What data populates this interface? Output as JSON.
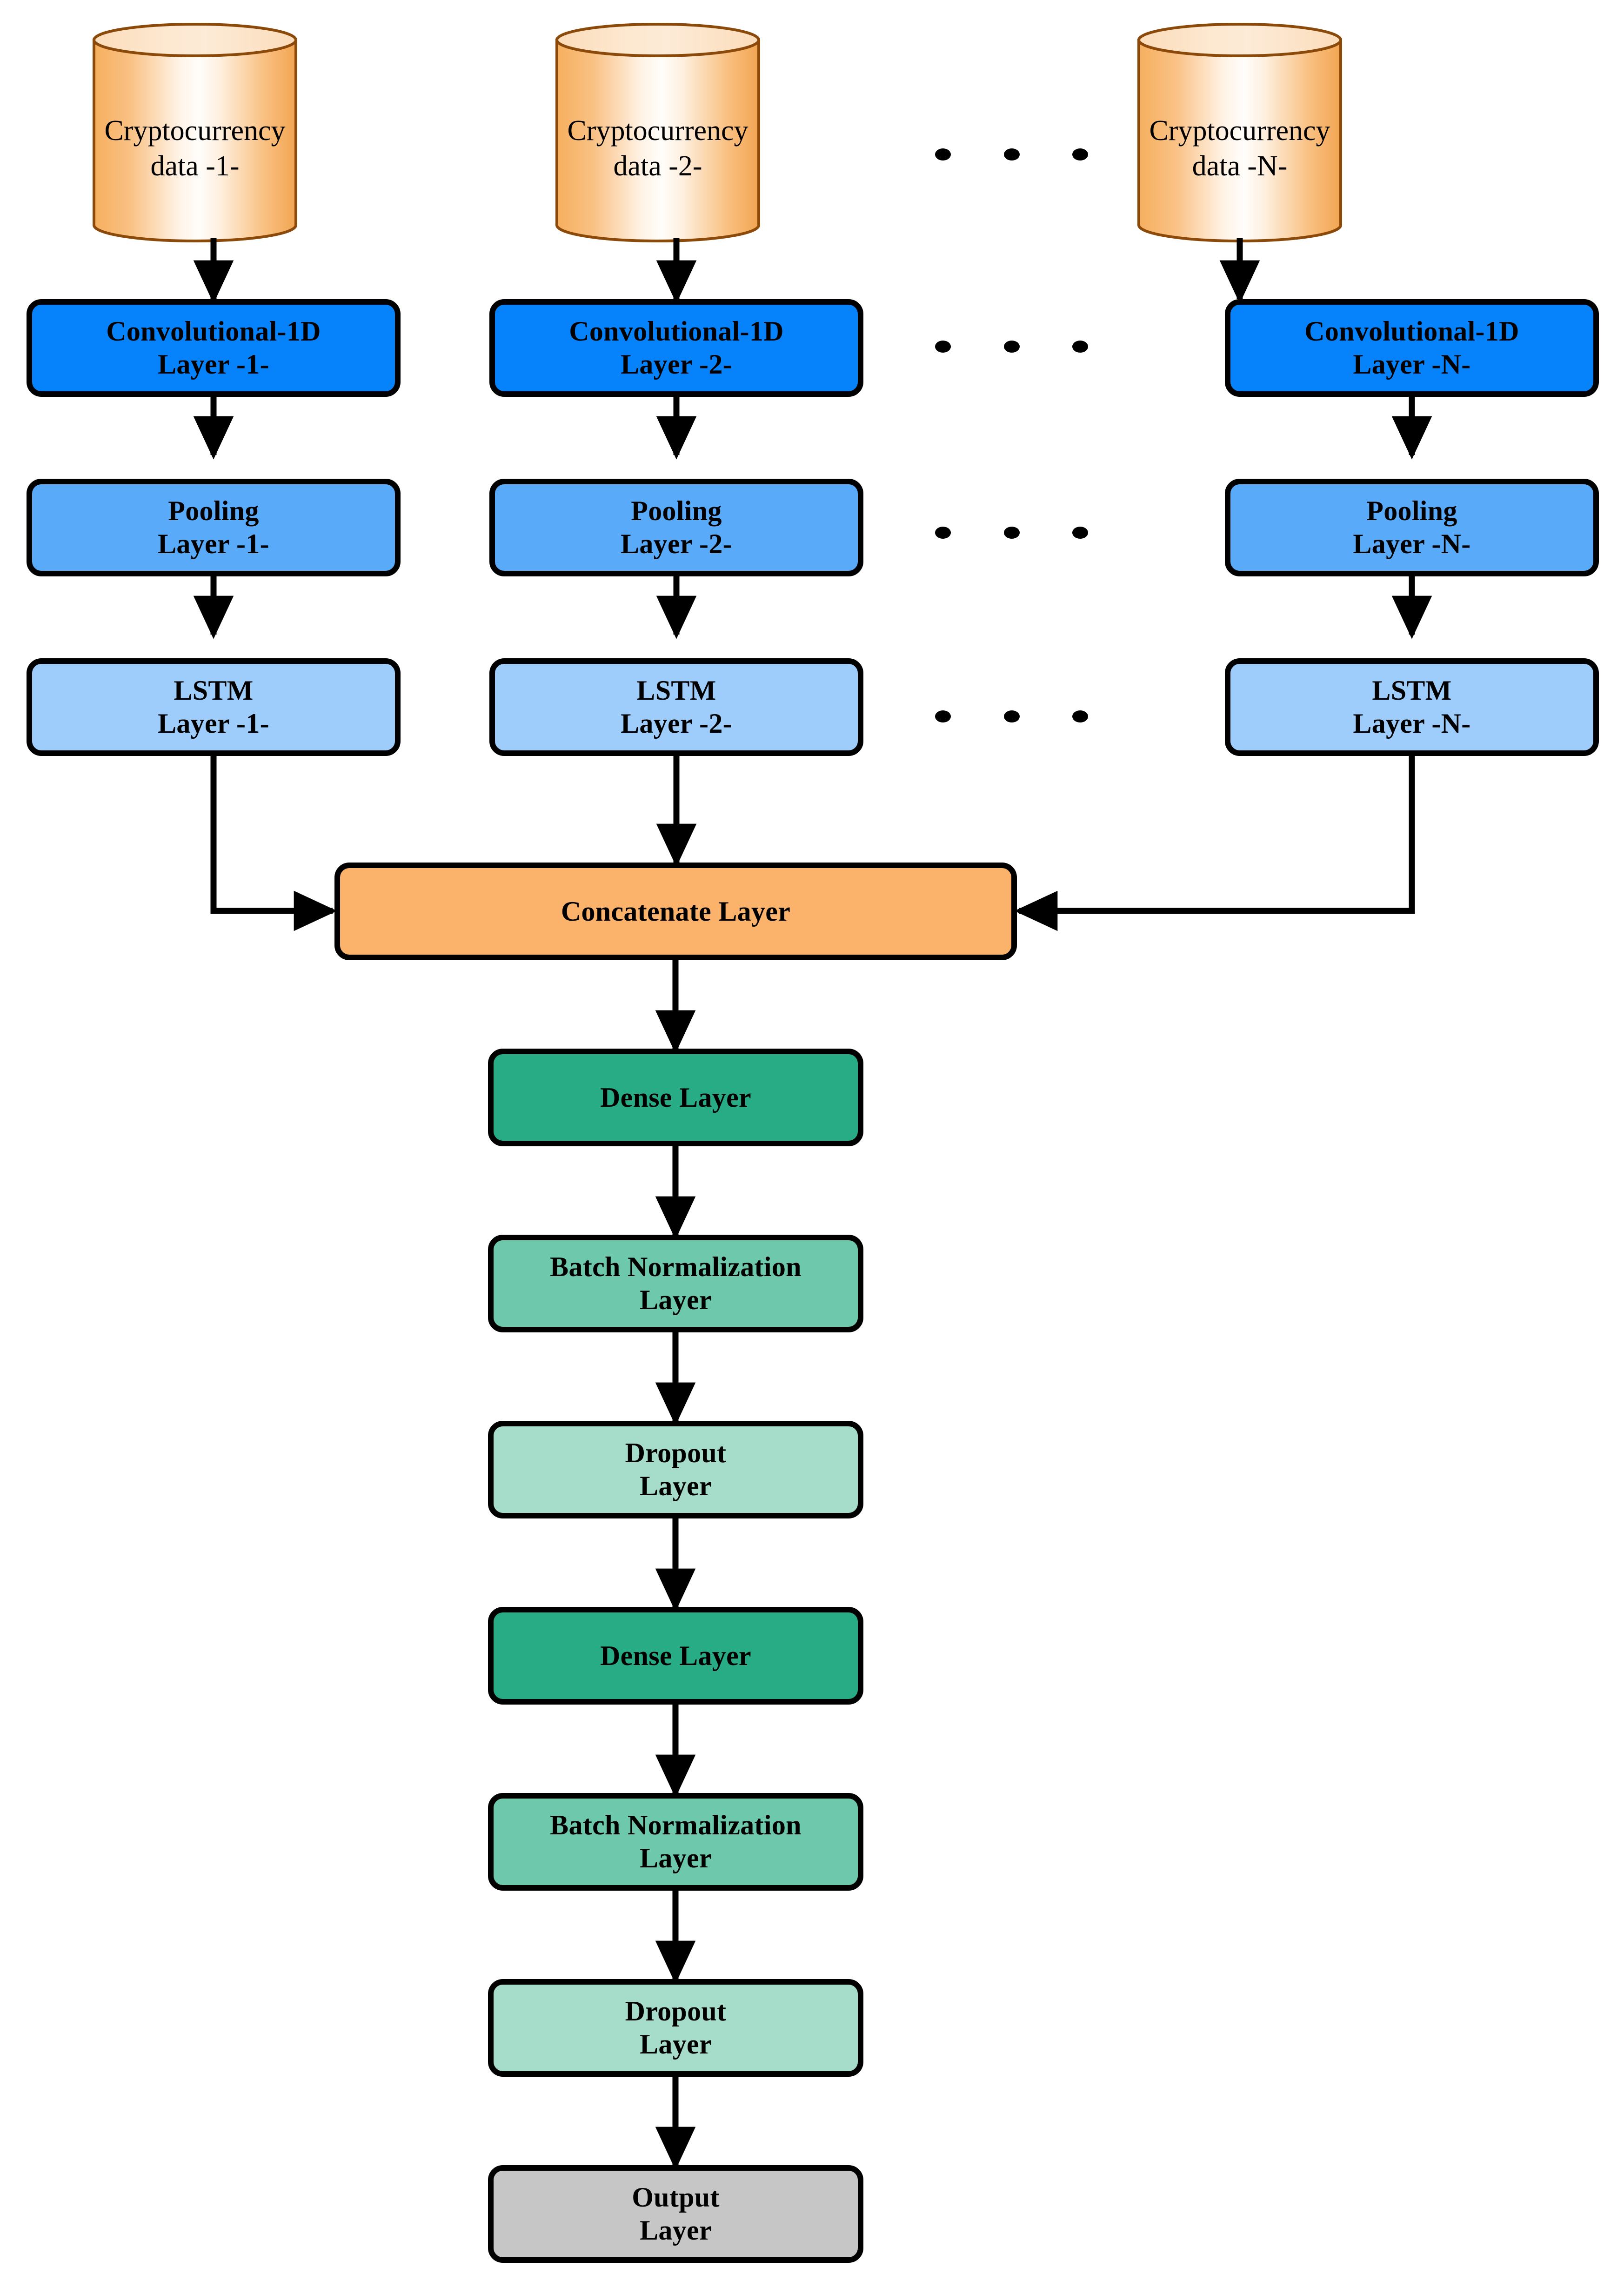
{
  "diagram": {
    "title": "Multi-branch CNN-LSTM cryptocurrency forecasting architecture",
    "colors": {
      "cylinder_fill_edge": "#F7B264",
      "cylinder_fill_center": "#FFF7EE",
      "cylinder_stroke": "#8C4A0A",
      "conv_fill": "#0683FB",
      "pool_fill": "#59ABF9",
      "lstm_fill": "#9ECDFB",
      "concat_fill": "#FBB36B",
      "dense_fill": "#27AC86",
      "batchnorm_fill": "#6EC8AB",
      "dropout_fill": "#A6DDCA",
      "output_fill": "#C6C6C6",
      "stroke": "#000000",
      "arrow": "#000000",
      "background": "#FFFFFF"
    },
    "branches": [
      {
        "id": "branch-1",
        "source": {
          "label_lines": [
            "Cryptocurrency",
            "data -1-"
          ],
          "shape": "cylinder"
        },
        "layers": [
          {
            "name": "conv",
            "label_lines": [
              "Convolutional-1D",
              "Layer -1-"
            ]
          },
          {
            "name": "pool",
            "label_lines": [
              "Pooling",
              "Layer -1-"
            ]
          },
          {
            "name": "lstm",
            "label_lines": [
              "LSTM",
              "Layer -1-"
            ]
          }
        ]
      },
      {
        "id": "branch-2",
        "source": {
          "label_lines": [
            "Cryptocurrency",
            "data -2-"
          ],
          "shape": "cylinder"
        },
        "layers": [
          {
            "name": "conv",
            "label_lines": [
              "Convolutional-1D",
              "Layer -2-"
            ]
          },
          {
            "name": "pool",
            "label_lines": [
              "Pooling",
              "Layer -2-"
            ]
          },
          {
            "name": "lstm",
            "label_lines": [
              "LSTM",
              "Layer -2-"
            ]
          }
        ]
      },
      {
        "id": "branch-n",
        "source": {
          "label_lines": [
            "Cryptocurrency",
            "data -N-"
          ],
          "shape": "cylinder"
        },
        "layers": [
          {
            "name": "conv",
            "label_lines": [
              "Convolutional-1D",
              "Layer -N-"
            ]
          },
          {
            "name": "pool",
            "label_lines": [
              "Pooling",
              "Layer -N-"
            ]
          },
          {
            "name": "lstm",
            "label_lines": [
              "LSTM",
              "Layer -N-"
            ]
          }
        ]
      }
    ],
    "ellipsis_rows": 4,
    "ellipsis_dots_per_row": 3,
    "trunk": [
      {
        "id": "concat",
        "label_lines": [
          "Concatenate Layer"
        ]
      },
      {
        "id": "dense-1",
        "label_lines": [
          "Dense Layer"
        ]
      },
      {
        "id": "batchnorm-1",
        "label_lines": [
          "Batch Normalization",
          "Layer"
        ]
      },
      {
        "id": "dropout-1",
        "label_lines": [
          "Dropout",
          "Layer"
        ]
      },
      {
        "id": "dense-2",
        "label_lines": [
          "Dense Layer"
        ]
      },
      {
        "id": "batchnorm-2",
        "label_lines": [
          "Batch Normalization",
          "Layer"
        ]
      },
      {
        "id": "dropout-2",
        "label_lines": [
          "Dropout",
          "Layer"
        ]
      },
      {
        "id": "output",
        "label_lines": [
          "Output",
          "Layer"
        ]
      }
    ]
  }
}
